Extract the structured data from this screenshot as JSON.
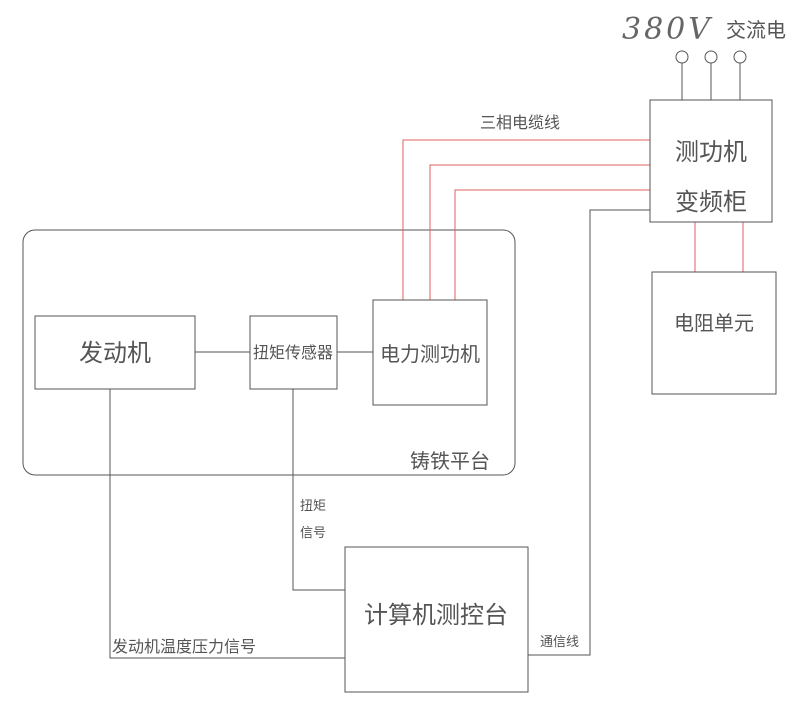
{
  "supply": {
    "voltage": "380V",
    "type": "交流电"
  },
  "cable_label": "三相电缆线",
  "cabinet": {
    "line1": "测功机",
    "line2": "变频柜"
  },
  "resistor_unit": "电阻单元",
  "platform_label": "铸铁平台",
  "engine": "发动机",
  "torque_sensor": "扭矩传感器",
  "dynamometer": "电力测功机",
  "torque_signal": {
    "line1": "扭矩",
    "line2": "信号"
  },
  "control_console": "计算机测控台",
  "temp_pressure_signal": "发动机温度压力信号",
  "comm_line": "通信线",
  "colors": {
    "line": "#555555",
    "cable": "#e06060",
    "background": "#ffffff"
  }
}
